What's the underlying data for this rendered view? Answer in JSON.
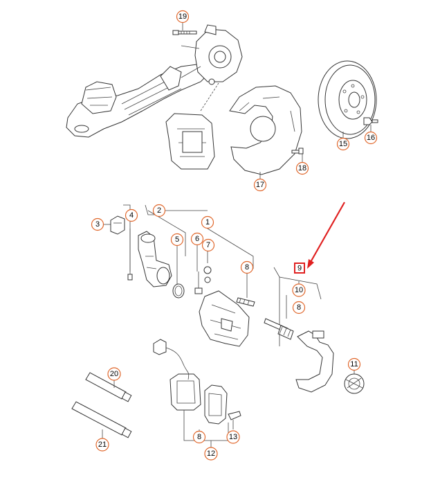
{
  "callouts": {
    "c19": "19",
    "c15": "15",
    "c16": "16",
    "c18": "18",
    "c17": "17",
    "c4": "4",
    "c2": "2",
    "c1": "1",
    "c3": "3",
    "c5": "5",
    "c6": "6",
    "c7": "7",
    "c8a": "8",
    "c9": "9",
    "c10": "10",
    "c8b": "8",
    "c11": "11",
    "c20": "20",
    "c21": "21",
    "c8c": "8",
    "c13": "13",
    "c12": "12"
  },
  "colors": {
    "callout_ring": "#e0662a",
    "highlight_arrow": "#e02020",
    "highlight_box": "#e02020",
    "line_art": "#333333"
  }
}
